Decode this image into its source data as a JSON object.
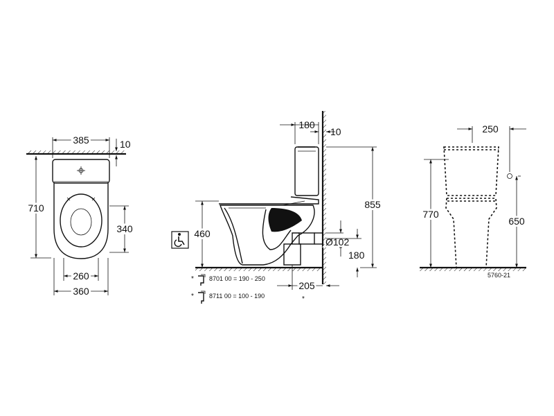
{
  "top_view": {
    "width_385": "385",
    "gap_10": "10",
    "depth_710": "710",
    "seat_340": "340",
    "foot_260": "260",
    "base_360": "360"
  },
  "side_view": {
    "tank_180": "180",
    "wall_10": "10",
    "seat_height_460": "460",
    "total_855": "855",
    "outlet_d102": "Ø102",
    "outlet_180": "180",
    "outlet_205": "205",
    "star": "*",
    "note_1": "8701 00 = 190 - 250",
    "note_2": "8711 00 = 100 - 190",
    "icon": "wheelchair-accessible-icon"
  },
  "front_view": {
    "width_250": "250",
    "height_770": "770",
    "height_650": "650",
    "ref_code": "5760-21"
  }
}
